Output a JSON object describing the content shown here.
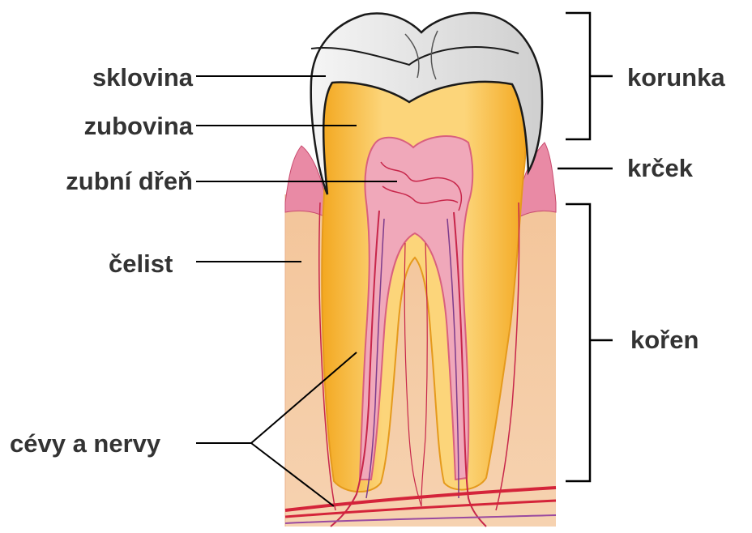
{
  "left_labels": {
    "enamel": "sklovina",
    "dentin": "zubovina",
    "pulp": "zubní dřeň",
    "jaw": "čelist",
    "vessels_nerves": "cévy a nervy"
  },
  "right_labels": {
    "crown": "korunka",
    "neck": "krček",
    "root": "kořen"
  },
  "colors": {
    "enamel": "#e4e4e4",
    "enamel_outline": "#1a1a1a",
    "dentin_outer": "#f6b830",
    "dentin_inner": "#fddc86",
    "pulp": "#f1a6b8",
    "gum": "#e78aa4",
    "bone": "#f4c9a2",
    "vessel": "#d4243a",
    "label_text": "#333333",
    "leader": "#000000"
  }
}
